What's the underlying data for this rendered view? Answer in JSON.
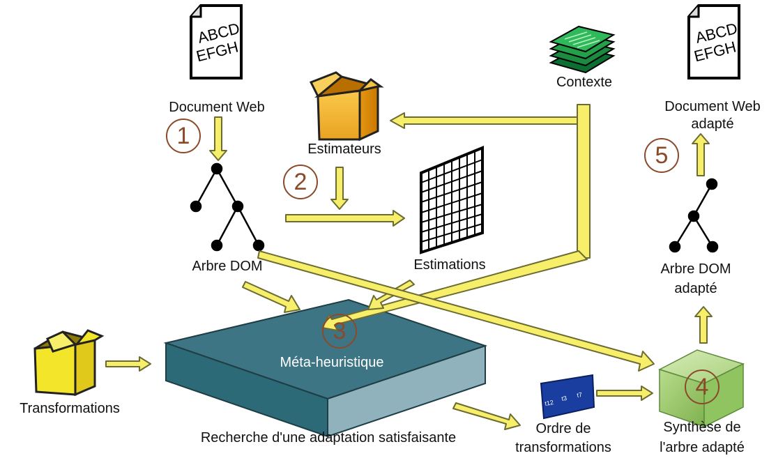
{
  "labels": {
    "doc_web": "Document Web",
    "estimateurs": "Estimateurs",
    "contexte": "Contexte",
    "doc_web_adapte_1": "Document Web",
    "doc_web_adapte_2": "adapté",
    "arbre_dom": "Arbre DOM",
    "estimations": "Estimations",
    "arbre_dom_adapte_1": "Arbre DOM",
    "arbre_dom_adapte_2": "adapté",
    "meta": "Méta-heuristique",
    "transformations": "Transformations",
    "recherche": "Recherche d'une adaptation satisfaisante",
    "ordre_1": "Ordre de",
    "ordre_2": "transformations",
    "synthese_1": "Synthèse de",
    "synthese_2": "l'arbre adapté"
  },
  "steps": [
    "1",
    "2",
    "3",
    "4",
    "5"
  ],
  "doc_text": {
    "line1": "ABCD",
    "line2": "EFGH"
  },
  "chip_text": {
    "a": "t12",
    "b": "t3",
    "c": "t7"
  },
  "colors": {
    "arrow_fill": "#f7ee6a",
    "arrow_stroke": "#6b6b33",
    "step_circle": "#8a4a2a",
    "block_top": "#3e7585",
    "block_front": "#2c6a77",
    "block_side": "#8fb2bc",
    "synth_cube": "#a6d27a"
  },
  "icons": [
    "document-icon",
    "box-icon",
    "grid-icon",
    "context-stack-icon",
    "tree-icon",
    "slab-icon",
    "cube-icon",
    "chip-icon"
  ]
}
